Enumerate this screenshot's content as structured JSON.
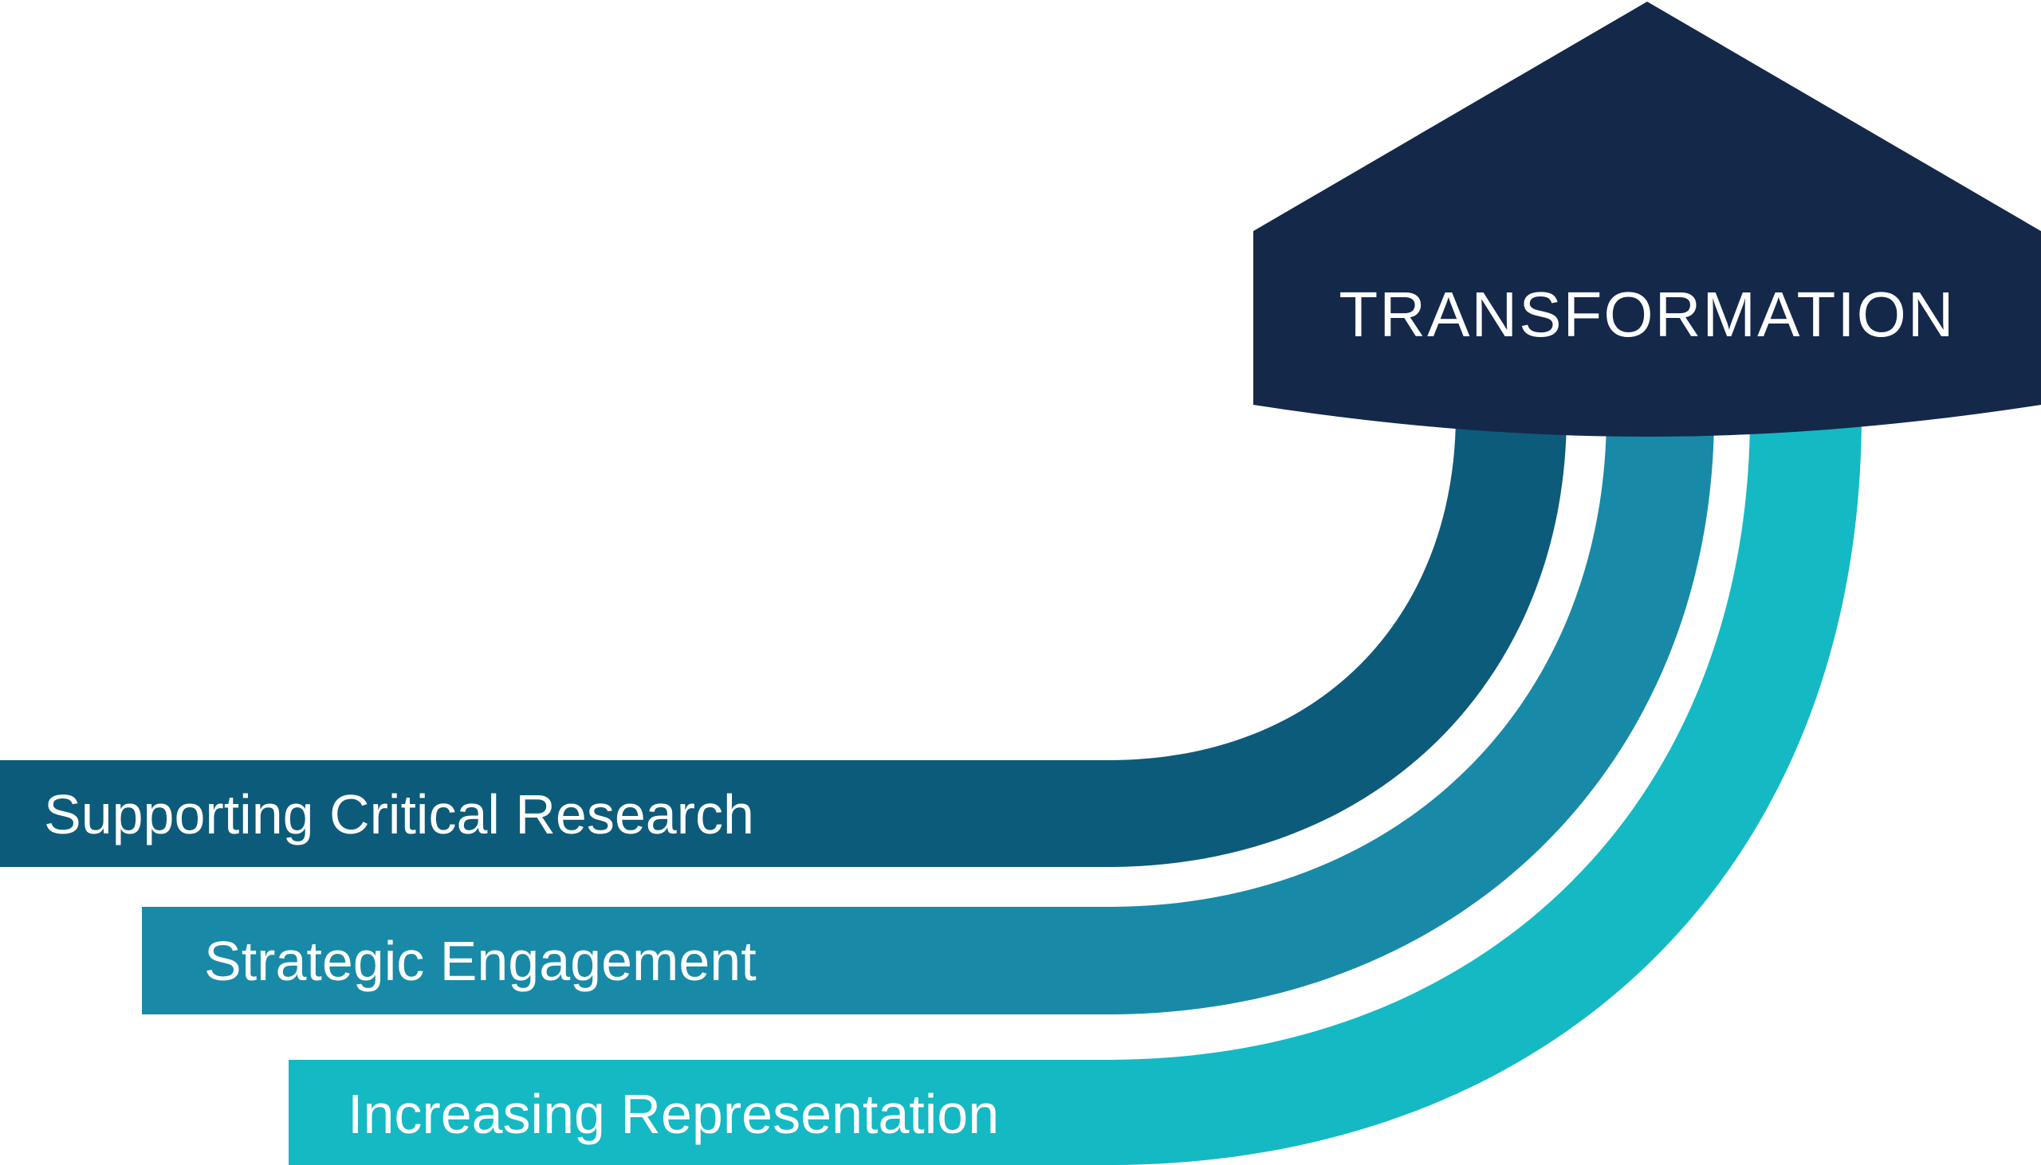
{
  "diagram": {
    "title": "TRANSFORMATION",
    "bands": [
      {
        "label": "Supporting Critical Research",
        "color": "#0d5b7a"
      },
      {
        "label": "Strategic Engagement",
        "color": "#188aa7"
      },
      {
        "label": "Increasing Representation",
        "color": "#14b9c4"
      }
    ],
    "arrow_color": "#14284a",
    "text_color": "#ffffff",
    "background": "#ffffff"
  }
}
